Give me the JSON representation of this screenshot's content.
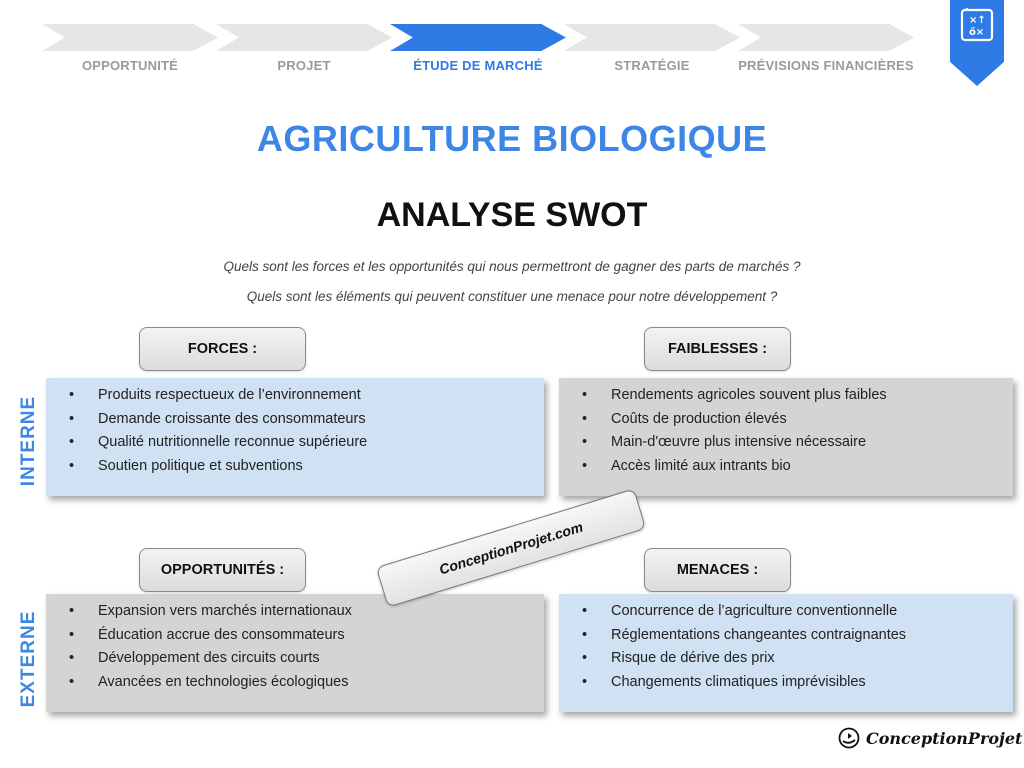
{
  "steps": [
    {
      "label": "OPPORTUNITÉ",
      "active": false
    },
    {
      "label": "PROJET",
      "active": false
    },
    {
      "label": "ÉTUDE DE MARCHÉ",
      "active": true
    },
    {
      "label": "STRATÉGIE",
      "active": false
    },
    {
      "label": "PRÉVISIONS FINANCIÈRES",
      "active": false
    }
  ],
  "badge": {
    "icon": "strategy-board-icon",
    "color": "#2f7be6"
  },
  "title": "AGRICULTURE BIOLOGIQUE",
  "subtitle": "ANALYSE SWOT",
  "questions": [
    "Quels sont les forces et les opportunités qui nous permettront de gagner des parts de marchés ?",
    "Quels sont les éléments qui peuvent constituer une menace pour notre développement ?"
  ],
  "side_labels": {
    "internal": "INTERNE",
    "external": "EXTERNE"
  },
  "quadrants": {
    "forces": {
      "heading": "FORCES :",
      "items": [
        "Produits respectueux de l’environnement",
        "Demande croissante des consommateurs",
        "Qualité nutritionnelle reconnue supérieure",
        "Soutien politique et subventions"
      ]
    },
    "weaknesses": {
      "heading": "FAIBLESSES :",
      "items": [
        "Rendements agricoles souvent plus faibles",
        "Coûts de production élevés",
        "Main-d'œuvre plus intensive nécessaire",
        "Accès limité aux intrants bio"
      ]
    },
    "opportunities": {
      "heading": "OPPORTUNITÉS :",
      "items": [
        "Expansion vers marchés internationaux",
        "Éducation accrue des consommateurs",
        "Développement des circuits courts",
        "Avancées en technologies écologiques"
      ]
    },
    "threats": {
      "heading": "MENACES :",
      "items": [
        "Concurrence de l’agriculture conventionnelle",
        "Réglementations changeantes contraignantes",
        "Risque de dérive des prix",
        "Changements climatiques imprévisibles"
      ]
    }
  },
  "watermark": "ConceptionProjet.com",
  "logo": {
    "text": "ConceptionProjet",
    "icon": "logo-icon"
  },
  "colors": {
    "accent": "#2f7be6",
    "title": "#3d86e6",
    "blue_box": "#cfe1f3",
    "grey_box": "#d4d4d4"
  }
}
